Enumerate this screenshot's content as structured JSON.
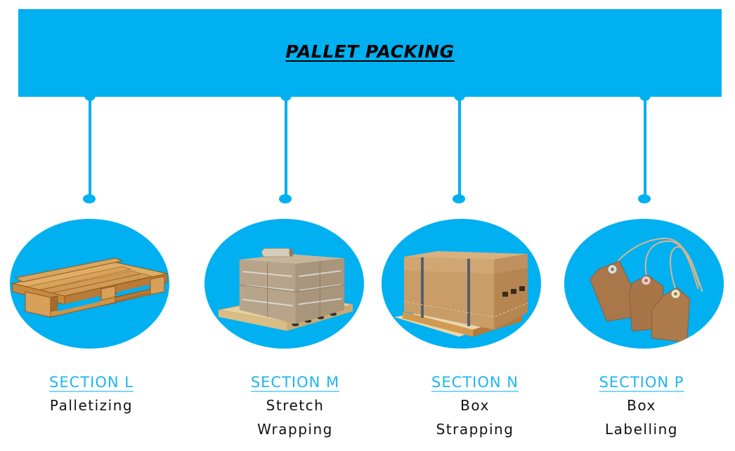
{
  "banner": {
    "title": "PALLET PACKING"
  },
  "colors": {
    "accent": "#00b0f0",
    "section_label": "#1fb6f0",
    "text": "#111111"
  },
  "sections": [
    {
      "label": "SECTION L",
      "desc_lines": [
        "Palletizing"
      ],
      "icon": "wooden-pallet-icon"
    },
    {
      "label": "SECTION M",
      "desc_lines": [
        "Stretch",
        "Wrapping"
      ],
      "icon": "stretch-wrapped-pallet-icon"
    },
    {
      "label": "SECTION N",
      "desc_lines": [
        "Box",
        "Strapping"
      ],
      "icon": "strapped-box-icon"
    },
    {
      "label": "SECTION P",
      "desc_lines": [
        "Box",
        "Labelling"
      ],
      "icon": "kraft-tags-icon"
    }
  ]
}
